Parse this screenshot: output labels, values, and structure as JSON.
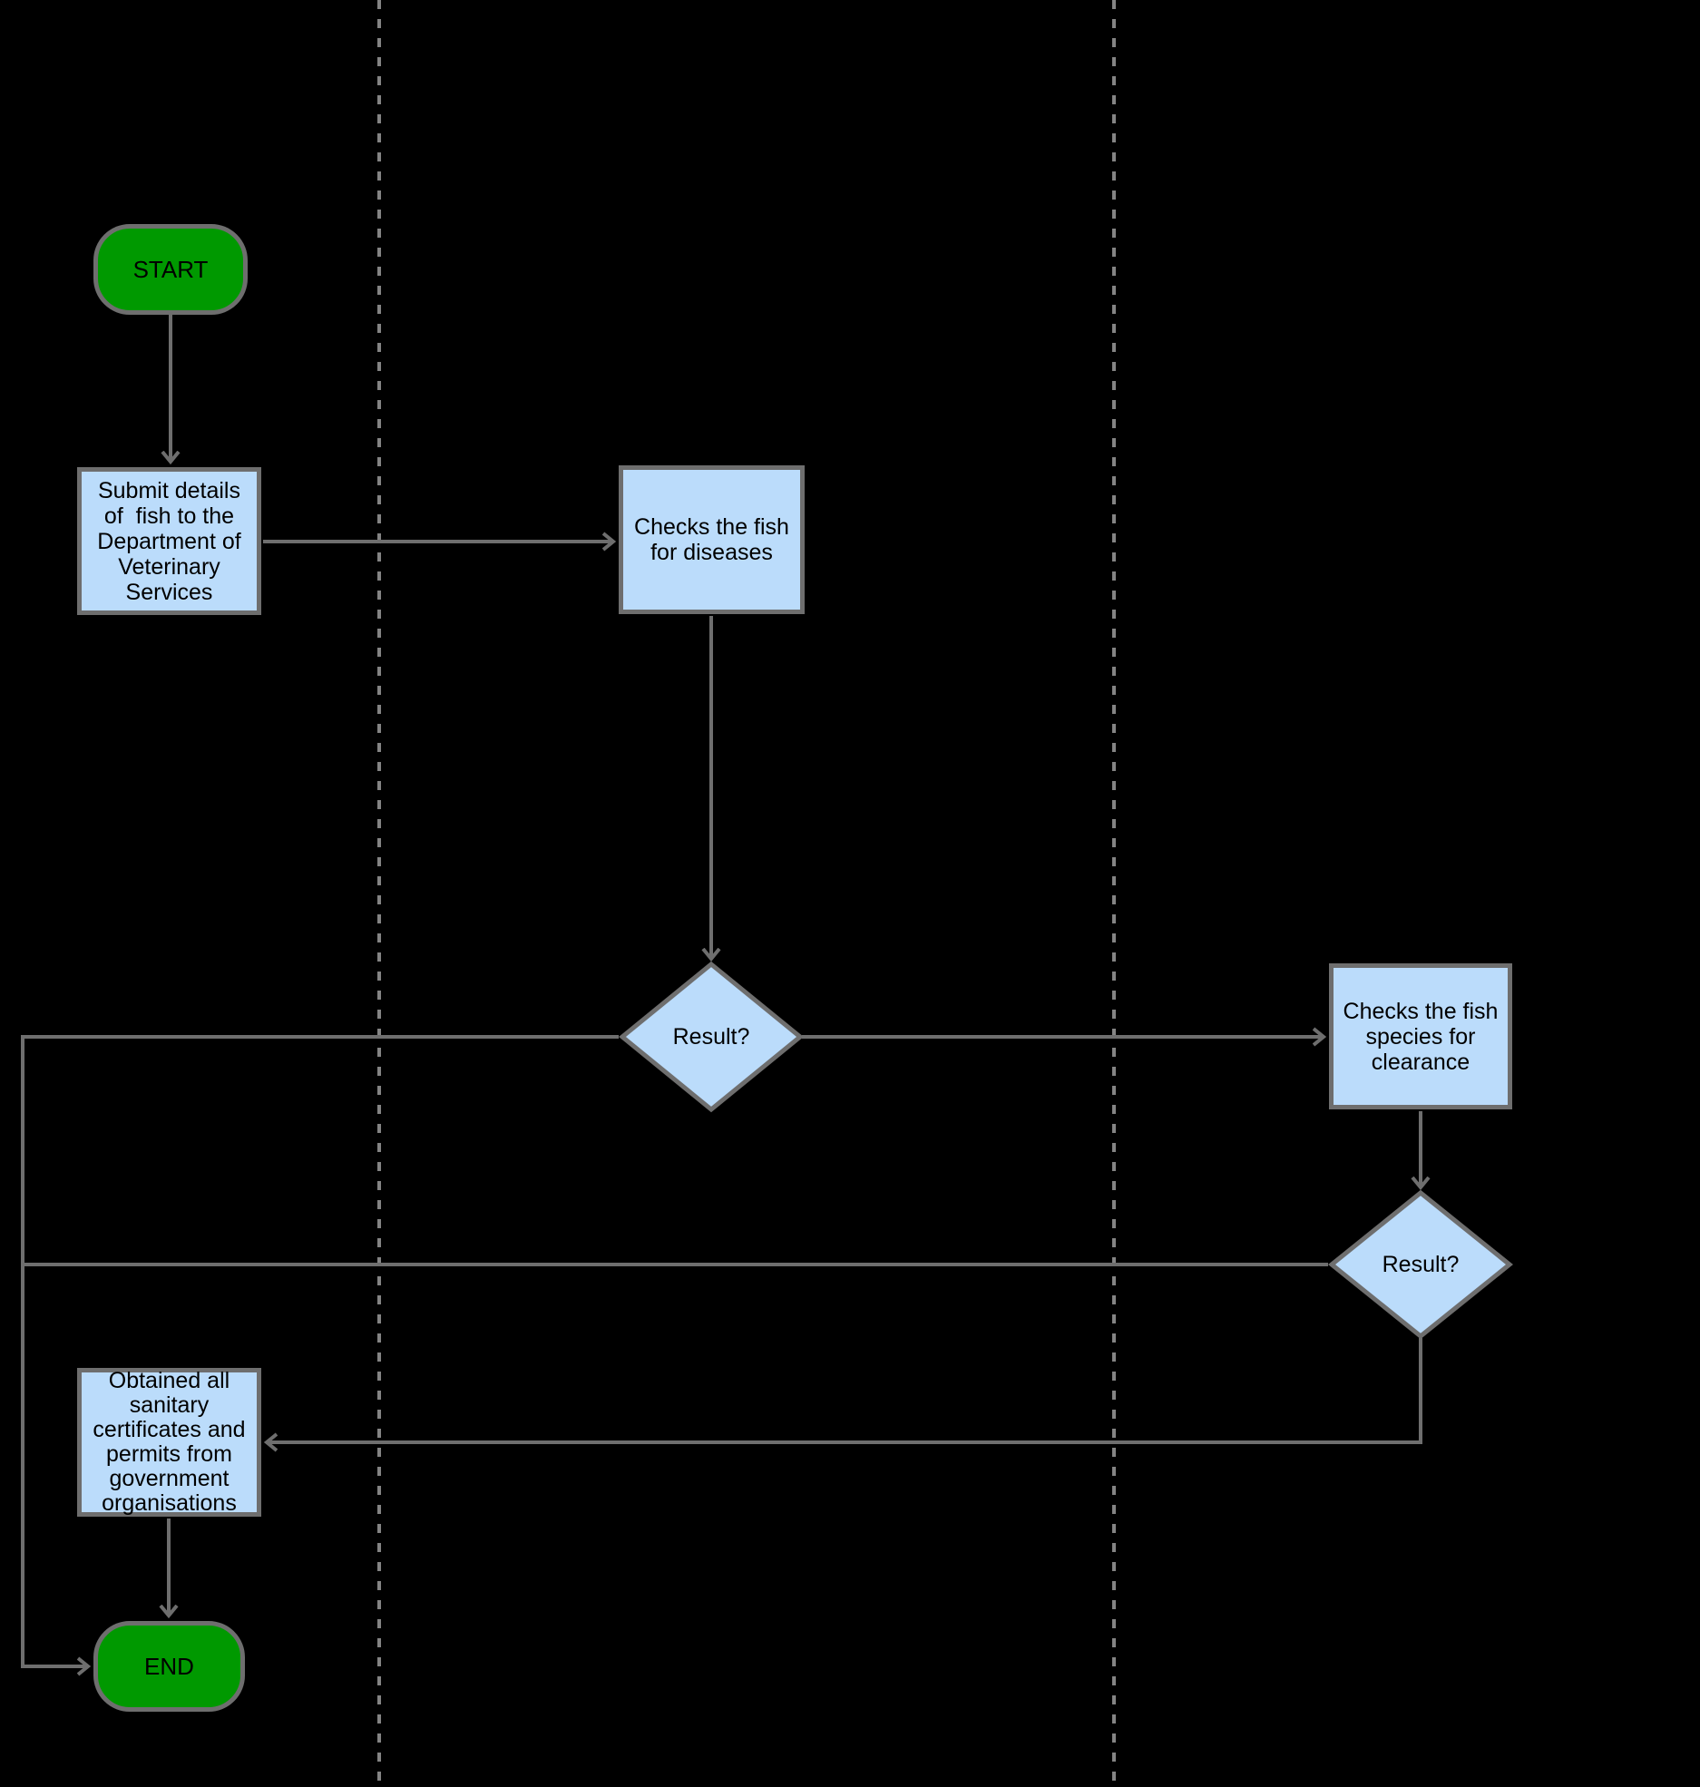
{
  "diagram": {
    "type": "flowchart-with-swimlanes",
    "colors": {
      "background": "#000000",
      "terminal_fill": "#009900",
      "process_fill": "#bbdcfb",
      "shape_stroke": "#6e6e6e",
      "connector_stroke": "#6e6e6e",
      "lane_divider": "#848484",
      "text": "#000000"
    },
    "nodes": {
      "start": {
        "label": "START"
      },
      "submit_details": {
        "label": "Submit details\nof  fish to the\nDepartment of\nVeterinary\nServices"
      },
      "check_diseases": {
        "label": "Checks the fish\nfor diseases"
      },
      "result_diseases": {
        "label": "Result?"
      },
      "check_species": {
        "label": "Checks the fish\nspecies for\nclearance"
      },
      "result_species": {
        "label": "Result?"
      },
      "obtained_certificates": {
        "label": "Obtained all\nsanitary\ncertificates and\npermits from\ngovernment\norganisations"
      },
      "end": {
        "label": "END"
      }
    }
  }
}
